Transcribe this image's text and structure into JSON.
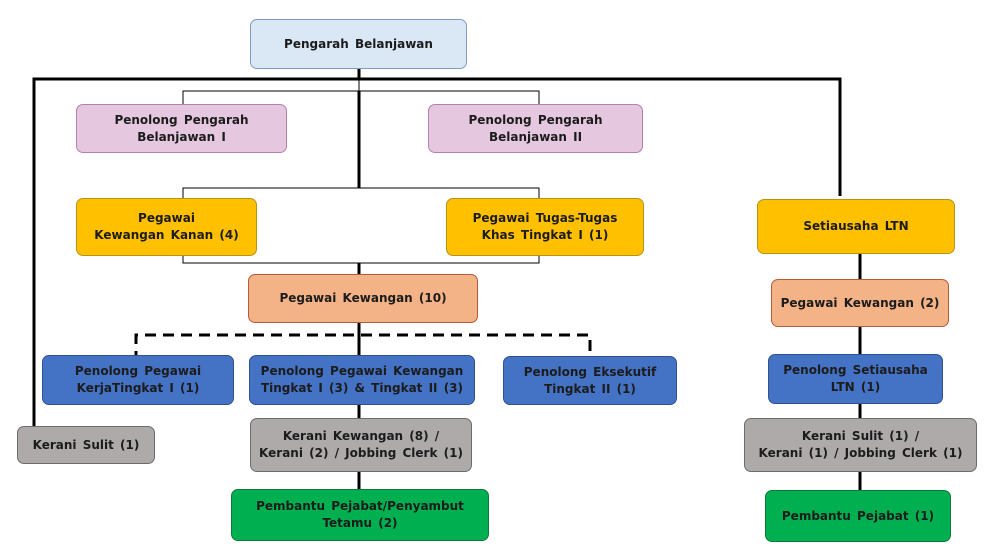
{
  "chart": {
    "nodes": {
      "pengarah": "Pengarah Belanjawan",
      "penolong1": "Penolong Pengarah\nBelanjawan  I",
      "penolong2": "Penolong Pengarah\nBelanjawan  II",
      "pkanan": "Pegawai\nKewangan Kanan (4)",
      "ptugas": "Pegawai Tugas-Tugas\nKhas Tingkat  I (1)",
      "pkewangan10": "Pegawai Kewangan (10)",
      "ppkerja": "Penolong Pegawai\nKerjaTingkat  I (1)",
      "ppkewangan": "Penolong Pegawai Kewangan\nTingkat I (3) & Tingkat II  (3)",
      "peksekutif": "Penolong Eksekutif\nTingkat  II (1)",
      "kerani_kewangan": "Kerani Kewangan  (8) /\nKerani (2) / Jobbing Clerk (1)",
      "pembantu_penyambut": "Pembantu Pejabat/Penyambut\nTetamu  (2)",
      "kerani_sulit": "Kerani Sulit (1)",
      "setiausaha": "Setiausaha LTN",
      "pkewangan2": "Pegawai Kewangan (2)",
      "psetiausaha": "Penolong Setiausaha\nLTN (1)",
      "kerani_sulit2": "Kerani Sulit (1) /\nKerani (1)  / Jobbing  Clerk (1)",
      "pembantu": "Pembantu Pejabat  (1)"
    }
  }
}
